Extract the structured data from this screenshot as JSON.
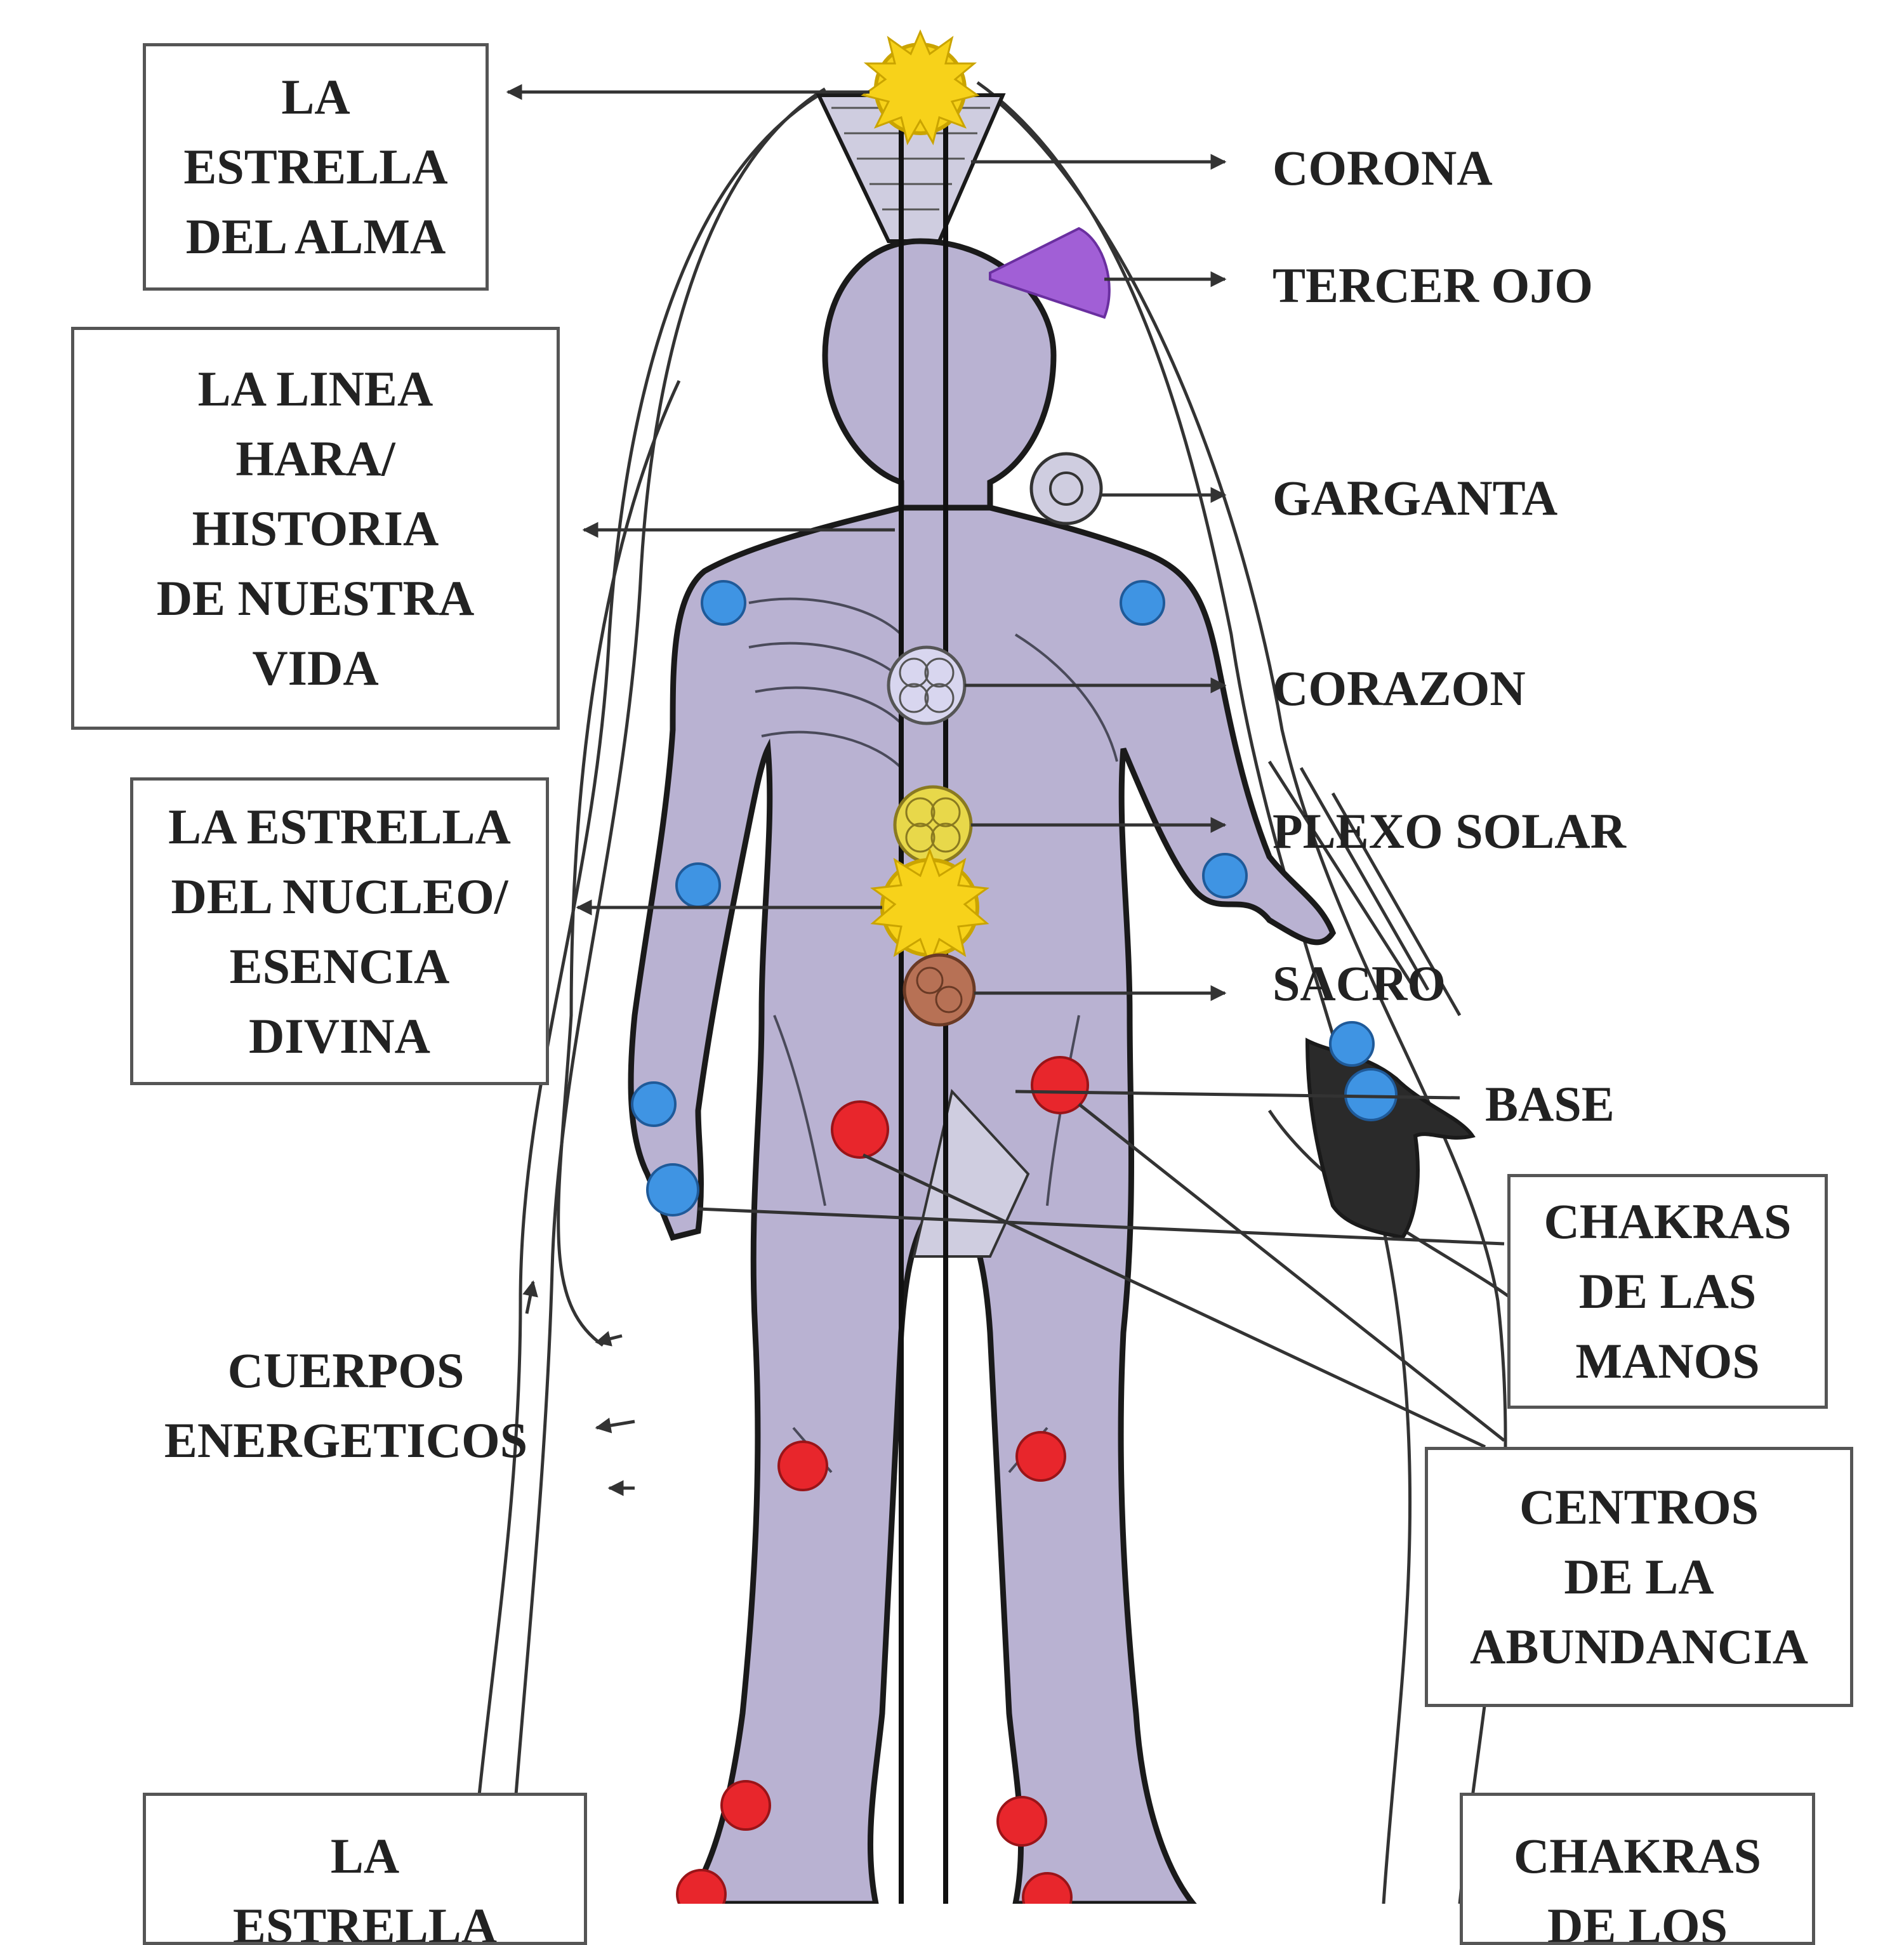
{
  "colors": {
    "body_fill": "#b9b2d2",
    "outline": "#1a1a1a",
    "hara_line": "#111111",
    "aura_line": "#333333",
    "solar_star": "#f7d21a",
    "third_eye": "#a15fd6",
    "hand_chakra": "#3f94e3",
    "abundance_center": "#e8262c",
    "sacral": "#b77155",
    "heart_chakra": "#d8d6ef",
    "solar_plexus": "#e8d84a"
  },
  "labels": {
    "soul_star": "LA\nESTRELLA\nDEL ALMA",
    "hara_line": "LA LINEA\nHARA/\nHISTORIA\nDE NUESTRA\nVIDA",
    "core_star": "LA ESTRELLA\nDEL NUCLEO/\nESENCIA\nDIVINA",
    "energy_bodies": "CUERPOS\nENERGETICOS",
    "earth_star_partial": "LA\nESTRELLA",
    "crown": "CORONA",
    "third_eye": "TERCER OJO",
    "throat": "GARGANTA",
    "heart": "CORAZON",
    "solar_plexus": "PLEXO SOLAR",
    "sacral": "SACRO",
    "base": "BASE",
    "hand_chakras": "CHAKRAS\nDE LAS\nMANOS",
    "abundance_centers": "CENTROS\nDE LA\nABUNDANCIA",
    "feet_chakras_partial": "CHAKRAS\nDE LOS"
  },
  "icons": {
    "soul_star": "sun-star-icon",
    "core_star": "sun-star-icon",
    "third_eye": "cone-icon",
    "throat": "flower-wheel-icon",
    "heart": "flower-of-life-icon",
    "solar_plexus": "flower-of-life-icon",
    "sacral": "flower-of-life-icon",
    "hand": "dot-icon",
    "abundance": "dot-icon"
  }
}
